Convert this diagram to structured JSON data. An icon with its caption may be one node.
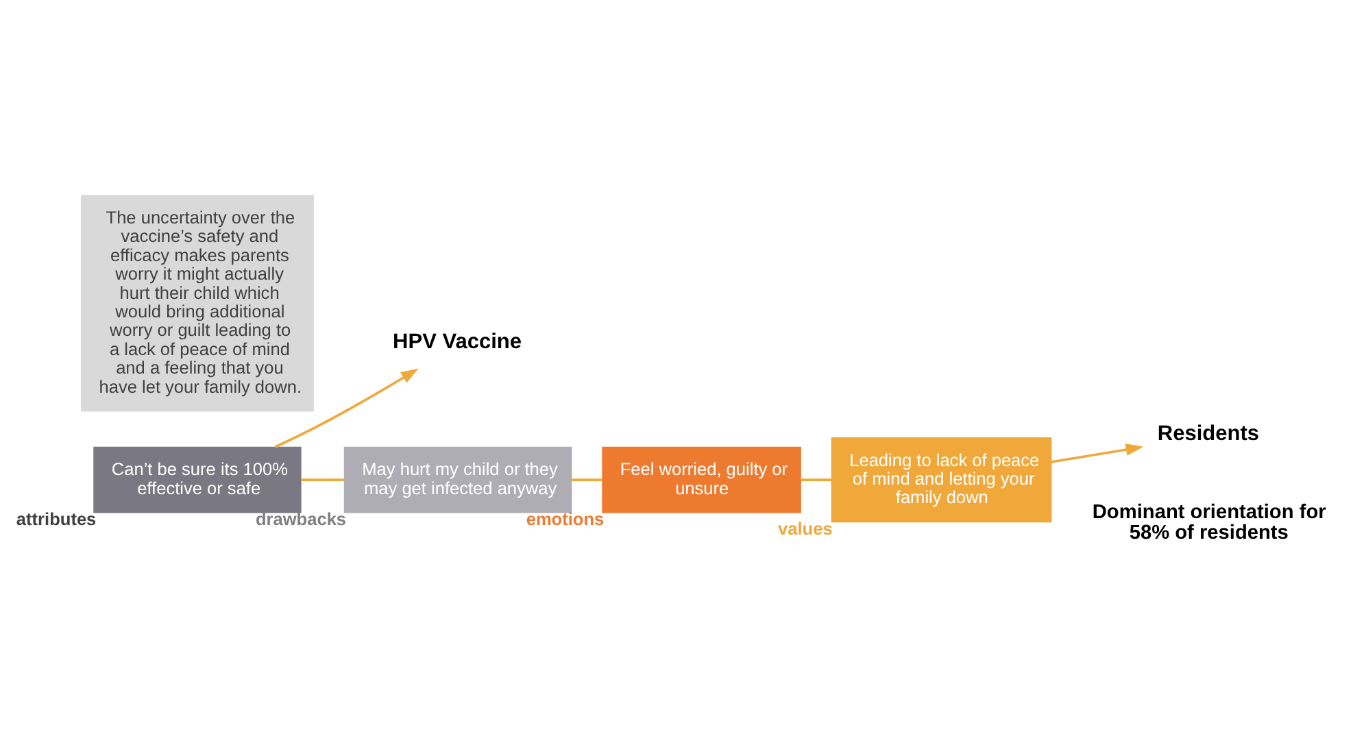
{
  "diagram": {
    "nodes": [
      {
        "text": [
          "The uncertainty over the vaccine’s safety and efficacy makes parents worry it might actually hurt their child which would bring additional worry or guilt leading to a lack of peace of mind and a feeling that you have let your family down."
        ]
      },
      {
        "text": [
          "HPV Vaccine"
        ]
      },
      {
        "text": [
          "Can’t be sure its 100% effective or safe"
        ],
        "beside": [
          "attributes"
        ]
      },
      {
        "text": [
          "May hurt my child or they may get infected anyway"
        ],
        "beside": [
          "drawbacks"
        ]
      },
      {
        "text": [
          "Feel worried, guilty or unsure"
        ],
        "beside": [
          "emotions"
        ]
      },
      {
        "text": [
          "Leading to lack of peace of mind and letting your family down"
        ],
        "beside": [
          "values"
        ]
      },
      {
        "text": [
          "Residents"
        ]
      }
    ],
    "edges": [
      {
        "from": 2,
        "to": 1,
        "arrow": "to"
      },
      {
        "from": 2,
        "to": 3,
        "arrow": "none"
      },
      {
        "from": 3,
        "to": 4,
        "arrow": "none"
      },
      {
        "from": 4,
        "to": 5,
        "arrow": "none"
      },
      {
        "from": 5,
        "to": 6,
        "arrow": "to"
      }
    ],
    "labels": [
      "Dominant orientation for 58% of residents"
    ]
  }
}
